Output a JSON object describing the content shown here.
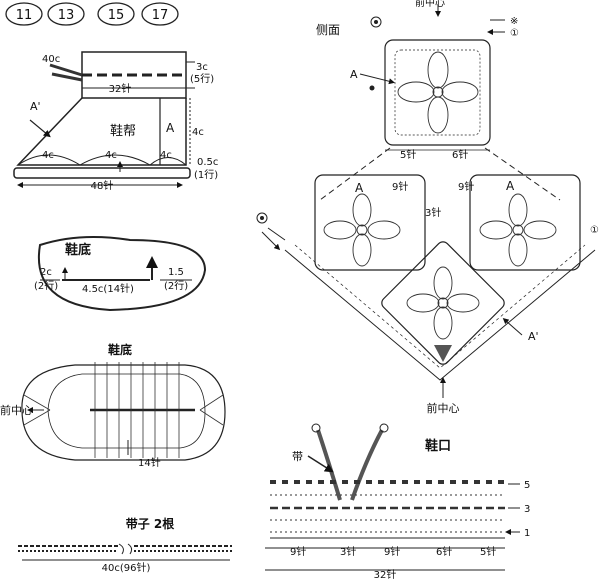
{
  "sizes": [
    "11",
    "13",
    "15",
    "17"
  ],
  "upper_schematic": {
    "strap_width": "40c",
    "top_height": "3c",
    "top_rows": "(5行)",
    "top_stitches": "32针",
    "label_a_prime": "A'",
    "label_upper": "鞋帮",
    "label_a": "A",
    "side_height": "4c",
    "bottom_segments": [
      "4c",
      "4c",
      "4c"
    ],
    "base_height": "0.5c",
    "base_rows": "(1行)",
    "base_stitches": "48针"
  },
  "sole_schematic": {
    "title": "鞋底",
    "left_width": "2c",
    "left_rows": "(2行)",
    "center": "4.5c(14针)",
    "right_width": "1.5",
    "right_rows": "(2行)"
  },
  "sole_chart": {
    "title": "鞋底",
    "front_center": "前中心",
    "chain_count": "14针"
  },
  "strap_chart": {
    "title": "带子 2根",
    "length": "40c(96针)"
  },
  "side_chart": {
    "title": "侧面",
    "top_mark": "前中心",
    "label_a_left": "A",
    "label_a_block": "A",
    "label_a_right": "A",
    "label_a_prime": "A'",
    "row_markers": [
      "※",
      "①"
    ],
    "top_counts": [
      "5针",
      "6针"
    ],
    "mid_counts": [
      "9针",
      "3针",
      "9针"
    ],
    "front_center": "前中心",
    "right_row": "①"
  },
  "opening_chart": {
    "title": "鞋口",
    "strap_label": "带",
    "row_numbers": [
      "5",
      "3",
      "1"
    ],
    "bottom_counts": [
      "9针",
      "3针",
      "9针",
      "6针",
      "5针"
    ],
    "total": "32针"
  }
}
